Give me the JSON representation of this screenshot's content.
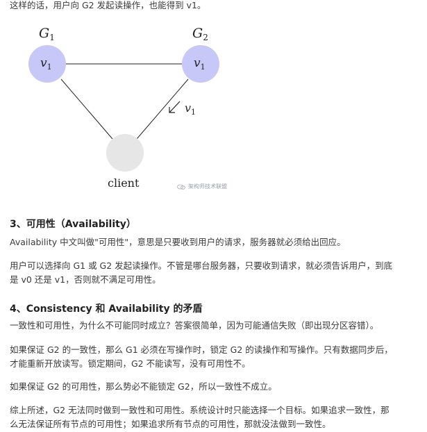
{
  "intro": "这样的话，用户向 G2 发起读操作，也能得到 v1。",
  "diagram": {
    "node_g1_label": "G",
    "node_g1_sub": "1",
    "node_g2_label": "G",
    "node_g2_sub": "2",
    "node_g1_value": "v",
    "node_g1_value_sub": "1",
    "node_g2_value": "v",
    "node_g2_value_sub": "1",
    "arrow_label": "v",
    "arrow_label_sub": "1",
    "client_label": "client",
    "node_color": "#c8c8f8",
    "client_color": "#e6e6e6"
  },
  "watermark": "架构师技术联盟",
  "sections": {
    "availability": {
      "heading": "3、可用性（Availability）",
      "p1": "Availability 中文叫做\"可用性\"，意思是只要收到用户的请求，服务器就必须给出回应。",
      "p2_line1": "用户可以选择向 G1 或 G2 发起读操作。不管是哪台服务器，只要收到请求，就必须告诉用户，到底",
      "p2_line2": "是 v0 还是 v1，否则就不满足可用性。"
    },
    "conflict": {
      "heading": "4、Consistency 和 Availability 的矛盾",
      "p1": "一致性和可用性，为什么不可能同时成立？答案很简单，因为可能通信失败（即出现分区容错）。",
      "p2_line1": "如果保证 G2 的一致性，那么 G1 必须在写操作时，锁定 G2 的读操作和写操作。只有数据同步后，",
      "p2_line2": "才能重新开放读写。锁定期间，G2 不能读写，没有可用性不。",
      "p3": "如果保证 G2 的可用性，那么势必不能锁定 G2，所以一致性不成立。",
      "p4_line1": "综上所述，G2 无法同时做到一致性和可用性。系统设计时只能选择一个目标。如果追求一致性，那",
      "p4_line2": "么无法保证所有节点的可用性；如果追求所有节点的可用性，那就没法做到一致性。"
    }
  }
}
